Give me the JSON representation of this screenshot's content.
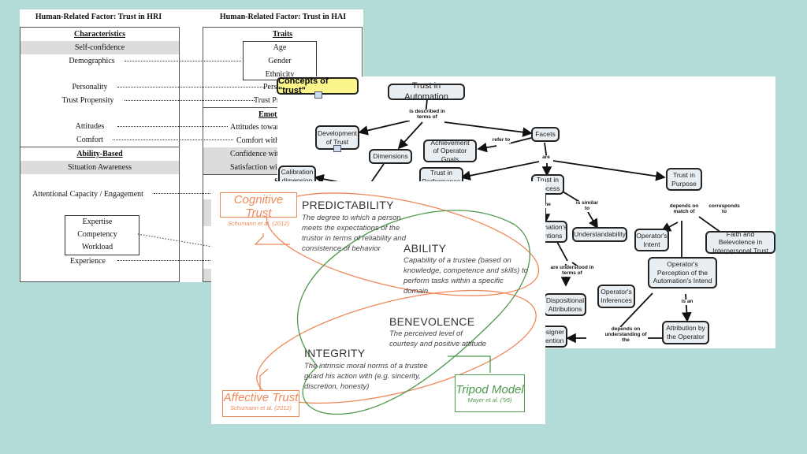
{
  "colors": {
    "background": "#b3dcd8",
    "cognitive_orange": "#ee8a5a",
    "tripod_green": "#4f9a4f",
    "badge_yellow": "#fbf58a",
    "node_fill": "#e8eef2"
  },
  "hri_hai_tables": {
    "hri": {
      "title": "Human-Related Factor: Trust in HRI",
      "sections": [
        {
          "heading": "Characteristics",
          "items": [
            "Self-confidence",
            "Demographics",
            "Personality",
            "Trust Propensity",
            "Attitudes",
            "Comfort"
          ]
        },
        {
          "heading": "Ability-Based",
          "items": [
            "Situation Awareness",
            "Attentional Capacity / Engagement",
            "Expertise",
            "Competency",
            "Workload",
            "Experience"
          ]
        }
      ]
    },
    "hai": {
      "title": "Human-Related Factor: Trust in HAI",
      "sections": [
        {
          "heading": "Traits",
          "items": [
            "Age",
            "Gender",
            "Ethnicity",
            "Perso",
            "Trust Pr"
          ]
        },
        {
          "heading": "Emotiv",
          "items": [
            "Attitudes towar",
            "Comfort with",
            "Confidence wit",
            "Satisfaction wit"
          ]
        },
        {
          "heading": "St",
          "items": []
        }
      ]
    }
  },
  "concept_map": {
    "badge": "Concepts of \"trust\"",
    "nodes": {
      "trust_in_automation": "Trust in Automation",
      "development_of_trust": "Development of Trust",
      "dimensions": "Dimensions",
      "calibration_dimension": "Calibration dimension",
      "achievement_goals": "Achievement of Operator Goals",
      "facets": "Facets",
      "trust_in_performance": "Trust in Performance",
      "trust_in_process": "Trust in Process",
      "trust_in_purpose": "Trust in Purpose",
      "automation_intentions": "Automation's Intentions",
      "understandability": "Understandability",
      "operators_intent": "Operator's Intent",
      "faith_benevolence": "Faith and Belevolence in Interpersonal Trust",
      "operators_perception": "Operator's Perception of the Automation's Intend",
      "dispositional_attributions": "Dispositional Attributions",
      "operators_inferences": "Operator's Inferences",
      "attribution_by_operator": "Attribution by the Operator",
      "designer_intention": "Designer Intention"
    },
    "links": {
      "is_described": "is described in terms of",
      "refer_to": "refer to",
      "are": "are",
      "is_similar_to": "is similar to",
      "the": "the",
      "depends_on_match": "depends on match of",
      "corresponds_to": "corresponds to",
      "are_understood": "are understood in terms of",
      "is_an": "is an",
      "depends_on_understanding": "depends on understanding of the"
    }
  },
  "trust_model": {
    "cognitive_label": {
      "title": "Cognitive Trust",
      "cite": "Schumann et al. (2012)"
    },
    "affective_label": {
      "title": "Affective Trust",
      "cite": "Schumann et al. (2012)"
    },
    "tripod_label": {
      "title": "Tripod Model",
      "cite": "Mayer et al. ('95)"
    },
    "concepts": [
      {
        "name": "PREDICTABILITY",
        "description": "The degree to which a person meets the expectations of the trustor in terms of reliability and consistence of behavior"
      },
      {
        "name": "ABILITY",
        "description": "Capability of a trustee (based on knowledge, competence and skills) to perform tasks within a specific domain"
      },
      {
        "name": "BENEVOLENCE",
        "description": "The perceived level of courtesy and positive attitude"
      },
      {
        "name": "INTEGRITY",
        "description": "The intrinsic moral norms of a trustee guard his action with (e.g. sincerity, discretion, honesty)"
      }
    ]
  }
}
